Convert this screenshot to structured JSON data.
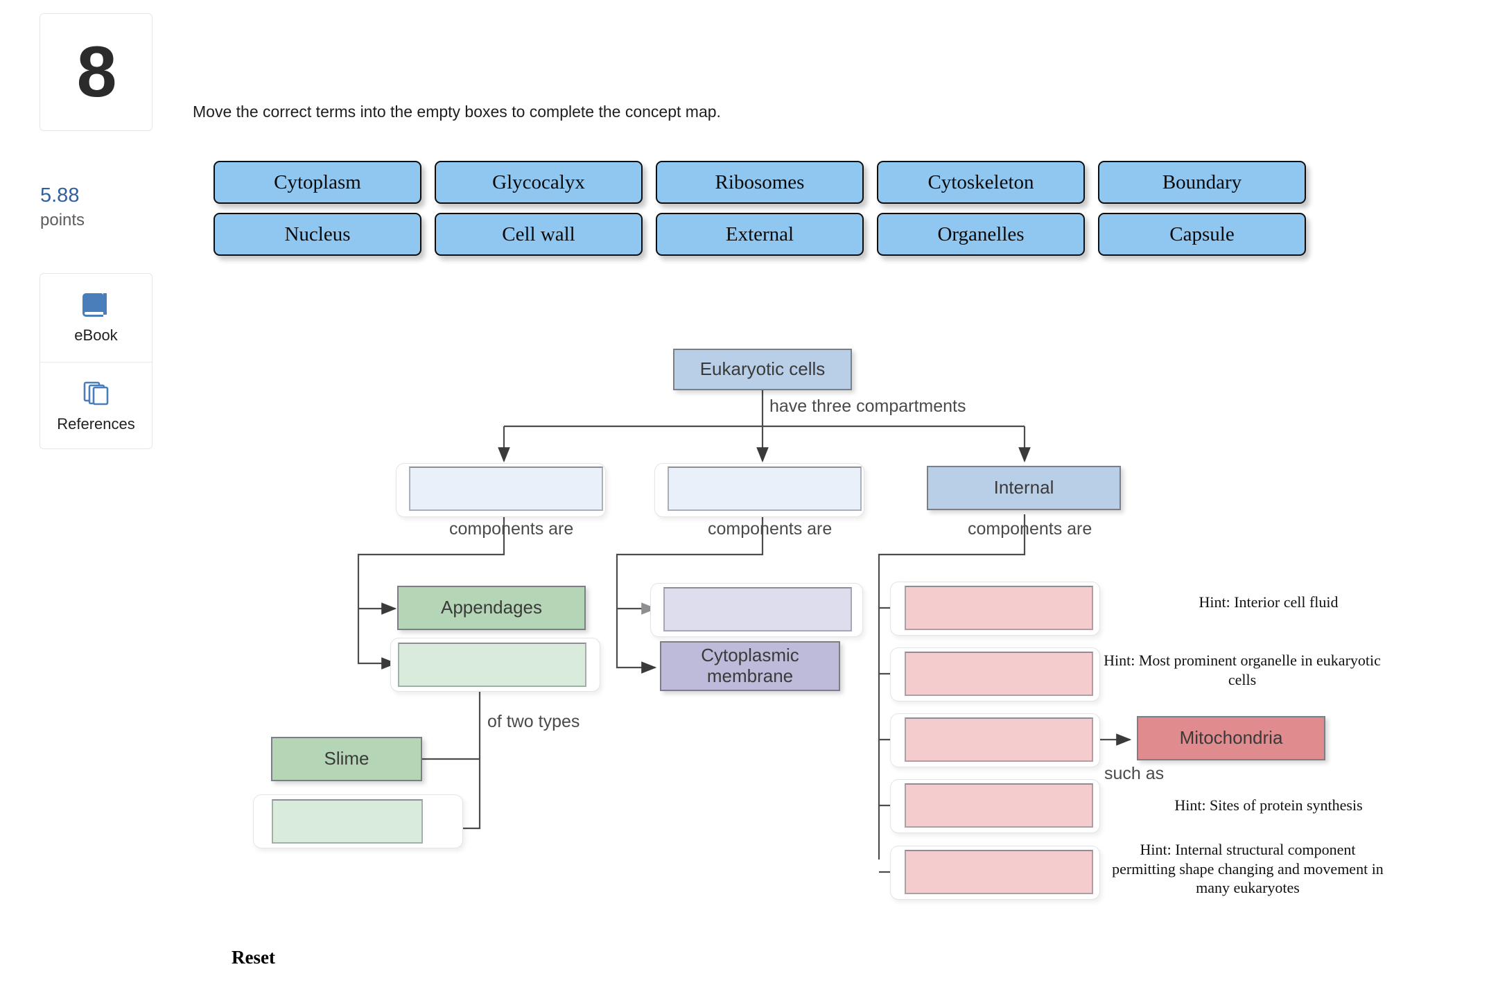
{
  "sidebar": {
    "question_number": "8",
    "points_value": "5.88",
    "points_label": "points",
    "tools": [
      {
        "label": "eBook",
        "icon": "book-icon"
      },
      {
        "label": "References",
        "icon": "references-icon"
      }
    ]
  },
  "instruction": "Move the correct terms into the empty boxes to complete the concept map.",
  "term_bank": {
    "rows": [
      [
        "Cytoplasm",
        "Glycocalyx",
        "Ribosomes",
        "Cytoskeleton",
        "Boundary"
      ],
      [
        "Nucleus",
        "Cell wall",
        "External",
        "Organelles",
        "Capsule"
      ]
    ]
  },
  "concept_map": {
    "root": {
      "label": "Eukaryotic cells",
      "state": "filled"
    },
    "root_edge_label": "have three compartments",
    "compartments": [
      {
        "label": "",
        "state": "empty",
        "edge_label": "components are"
      },
      {
        "label": "",
        "state": "empty",
        "edge_label": "components are"
      },
      {
        "label": "Internal",
        "state": "filled",
        "edge_label": "components are"
      }
    ],
    "left_branch": {
      "items": [
        {
          "label": "Appendages",
          "state": "filled"
        },
        {
          "label": "",
          "state": "empty"
        }
      ],
      "sub_edge_label": "of two types",
      "sub_items": [
        {
          "label": "Slime",
          "state": "filled"
        },
        {
          "label": "",
          "state": "empty"
        }
      ]
    },
    "middle_branch": {
      "items": [
        {
          "label": "",
          "state": "empty"
        },
        {
          "label": "Cytoplasmic membrane",
          "state": "filled"
        }
      ]
    },
    "right_branch": {
      "items": [
        {
          "label": "",
          "state": "empty",
          "hint": "Hint: Interior cell fluid"
        },
        {
          "label": "",
          "state": "empty",
          "hint": "Hint: Most prominent organelle in eukaryotic cells"
        },
        {
          "label": "",
          "state": "empty",
          "hint": ""
        },
        {
          "label": "",
          "state": "empty",
          "hint": "Hint: Sites of protein synthesis"
        },
        {
          "label": "",
          "state": "empty",
          "hint": "Hint: Internal structural component permitting shape changing and movement in many eukaryotes"
        }
      ],
      "such_as_label": "such as",
      "such_as_node": {
        "label": "Mitochondria",
        "state": "filled"
      }
    }
  },
  "reset_label": "Reset",
  "colors": {
    "chip_fill": "#90c7f0",
    "accent_points": "#2f5f9e",
    "blue_fill": "#b9cfe8",
    "blue_empty": "#e9f0f9",
    "green_fill": "#b5d6b6",
    "green_empty": "#d9ecdb",
    "purple_fill": "#bdbbd9",
    "purple_empty": "#dedded",
    "pink_fill": "#e08b8d",
    "pink_empty": "#f4cccd"
  }
}
